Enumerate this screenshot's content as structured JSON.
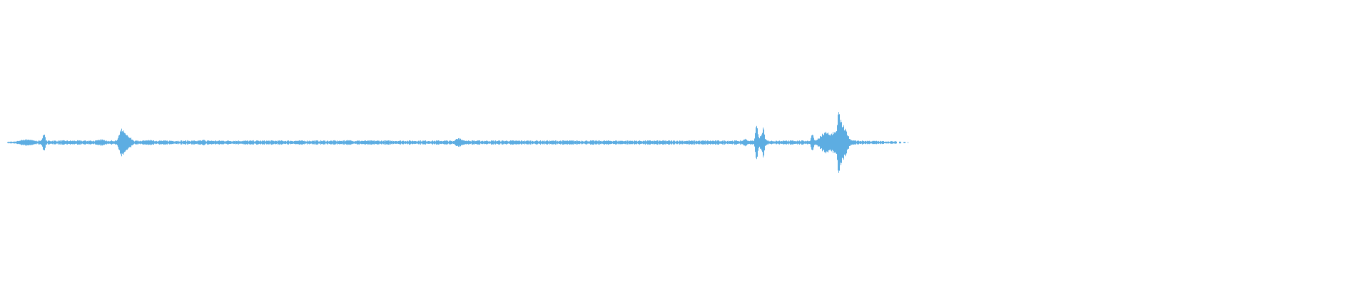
{
  "chart_data": {
    "type": "waveform",
    "channels": 1,
    "axes_visible": false,
    "grid": false,
    "legend": "none",
    "colors": {
      "waveform": "#5DADE2",
      "background": "#FFFFFF"
    }
  }
}
